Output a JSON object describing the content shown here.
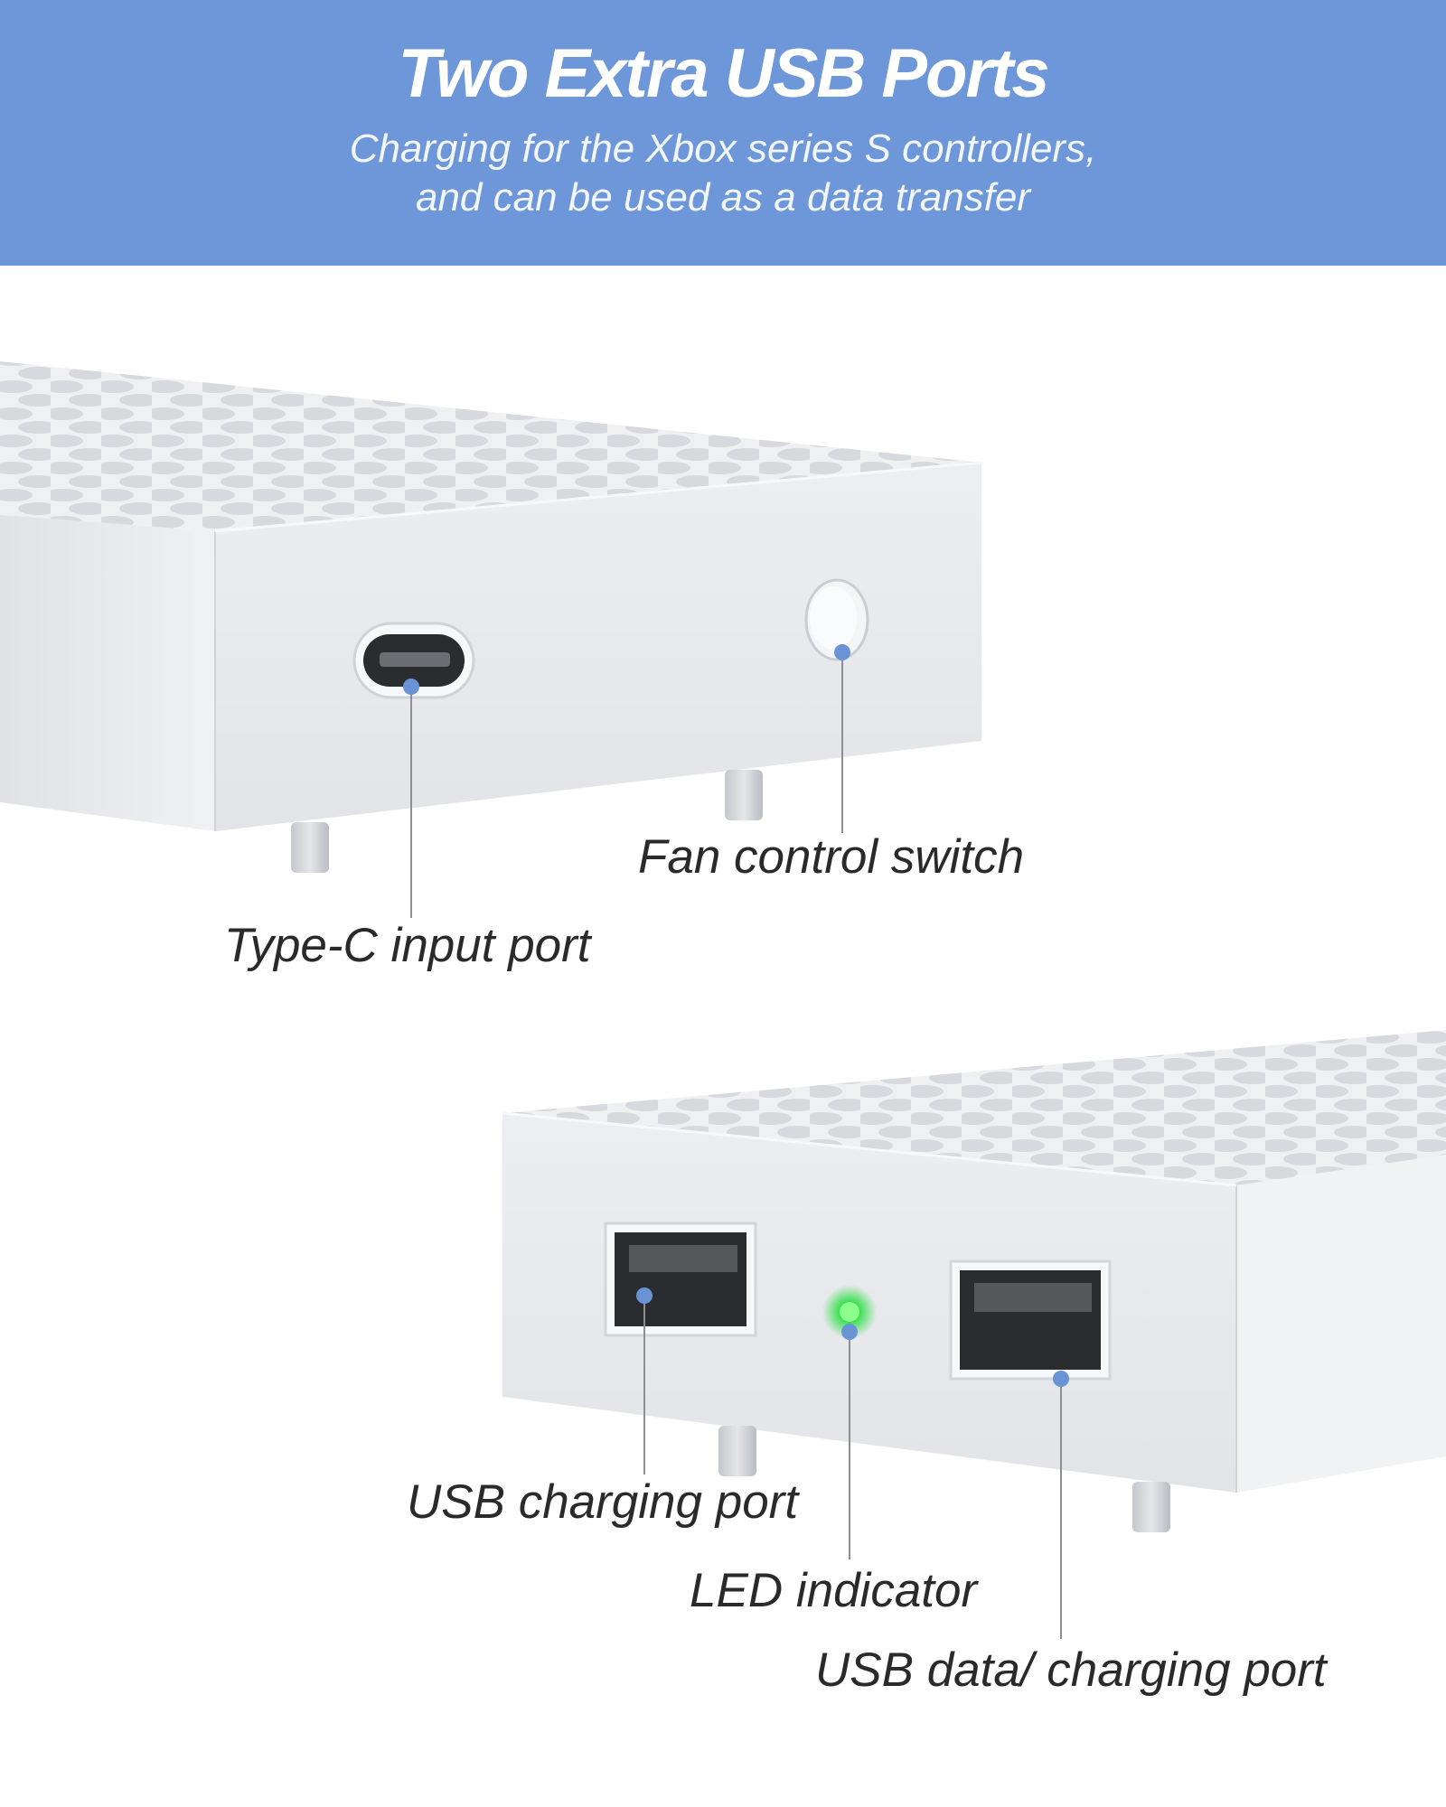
{
  "banner": {
    "title": "Two Extra USB Ports",
    "subtitle_line1": "Charging for the Xbox series S controllers,",
    "subtitle_line2": "and can be used as a data transfer"
  },
  "labels": {
    "typec": "Type-C input port",
    "fan": "Fan control switch",
    "usb_charging": "USB charging port",
    "led": "LED indicator",
    "usb_data": "USB data/ charging port"
  },
  "colors": {
    "banner": "#6d97d9",
    "callout_dot": "#6a93d6",
    "led": "#35e04a",
    "device_body": "#e9eaed"
  }
}
